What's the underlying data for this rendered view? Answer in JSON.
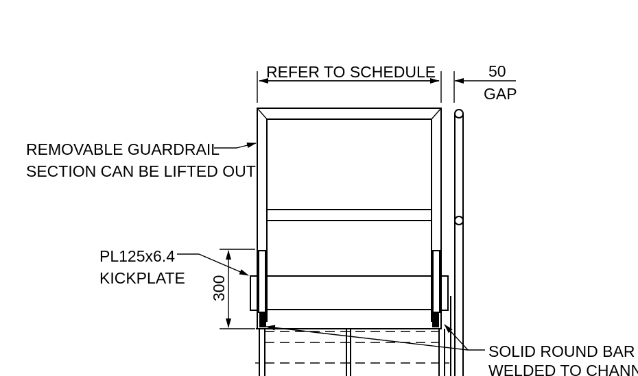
{
  "dimensions": {
    "width_label": "REFER  TO SCHEDULE",
    "gap_value": "50",
    "gap_label": "GAP",
    "height_value": "300"
  },
  "callouts": {
    "guardrail": {
      "line1": "REMOVABLE GUARDRAIL",
      "line2": "SECTION CAN BE LIFTED OUT"
    },
    "kickplate": {
      "line1": "PL125x6.4",
      "line2": "KICKPLATE"
    },
    "round_bar": {
      "line1": "SOLID ROUND BAR",
      "line2": "WELDED TO CHANNEL"
    }
  }
}
